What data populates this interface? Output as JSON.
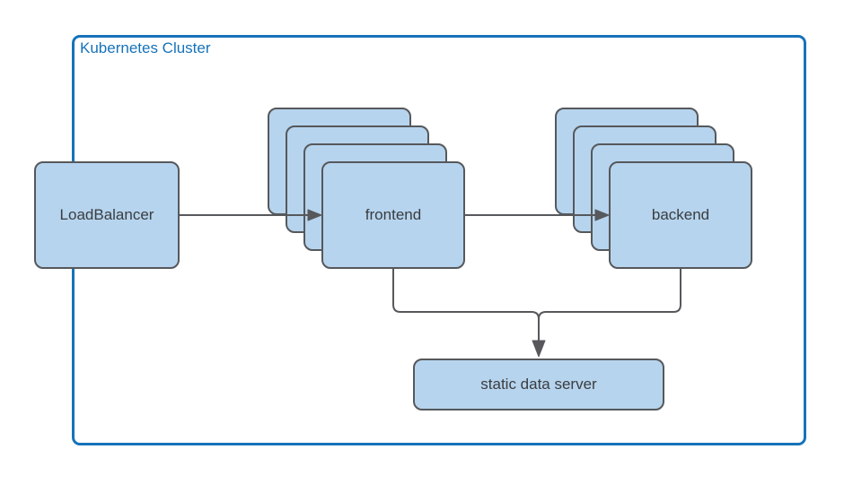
{
  "diagram": {
    "cluster": {
      "label": "Kubernetes Cluster"
    },
    "nodes": {
      "load_balancer": {
        "label": "LoadBalancer",
        "replicas": 1
      },
      "frontend": {
        "label": "frontend",
        "replicas": 4
      },
      "backend": {
        "label": "backend",
        "replicas": 4
      },
      "static_data_server": {
        "label": "static data server",
        "replicas": 1
      }
    },
    "edges": [
      {
        "from": "LoadBalancer",
        "to": "frontend",
        "arrow": true
      },
      {
        "from": "frontend",
        "to": "backend",
        "arrow": true
      },
      {
        "from": "frontend",
        "to": "static data server",
        "arrow": true
      },
      {
        "from": "backend",
        "to": "static data server",
        "arrow": true
      }
    ],
    "colors": {
      "background": "#ffffff",
      "cluster_border": "#1673b9",
      "cluster_label": "#1673b9",
      "node_fill": "#b6d4ee",
      "node_border": "#56585b",
      "node_text": "#3a3d40",
      "connector": "#56585b"
    }
  }
}
